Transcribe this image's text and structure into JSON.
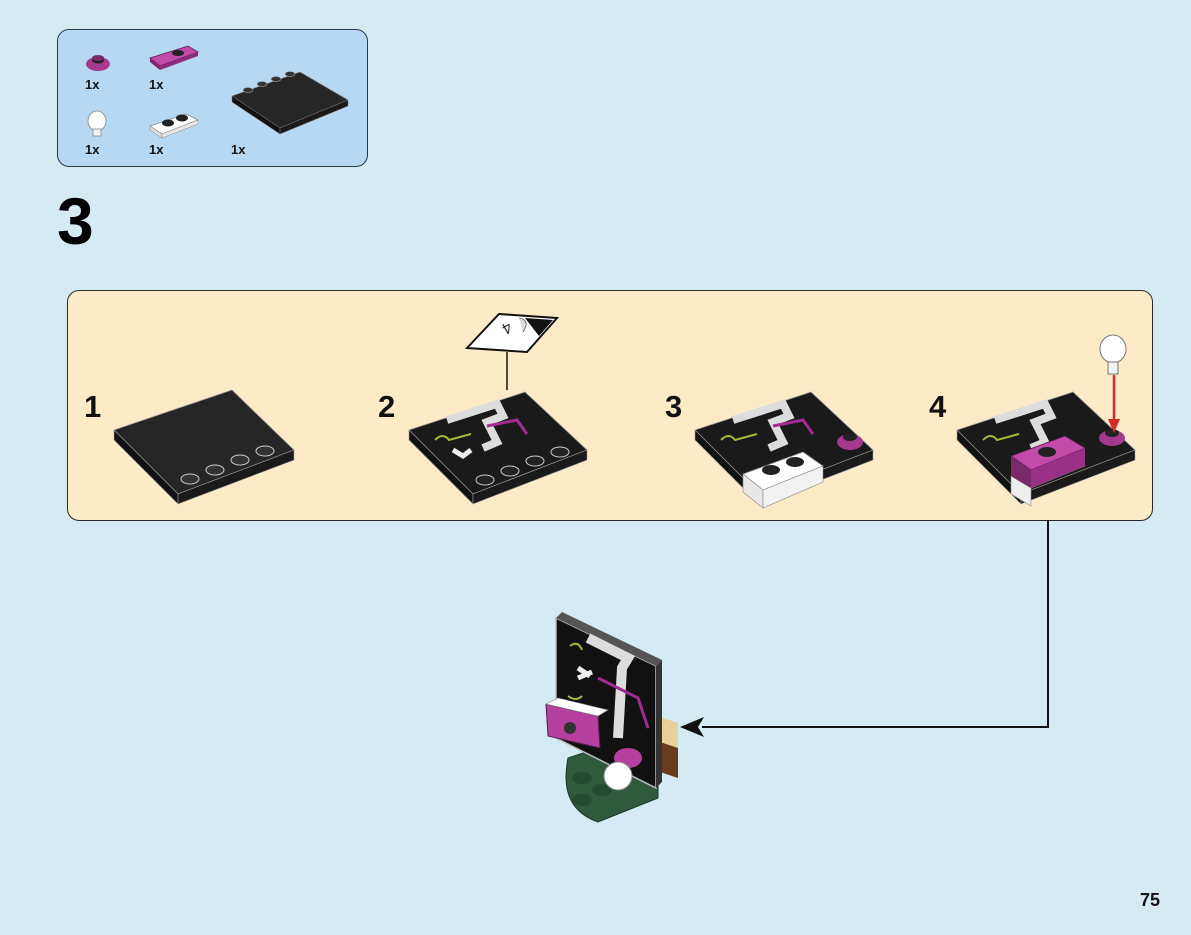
{
  "page": {
    "step_number": "3",
    "page_number": "75"
  },
  "parts_list": {
    "items": [
      {
        "name": "magenta-round-plate-1x1",
        "qty": "1x",
        "color": "#a43a8e"
      },
      {
        "name": "magenta-jumper-plate-1x2",
        "qty": "1x",
        "color": "#a43a8e"
      },
      {
        "name": "white-lamp-piece",
        "qty": "1x",
        "color": "#ffffff"
      },
      {
        "name": "white-plate-1x2",
        "qty": "1x",
        "color": "#ffffff"
      },
      {
        "name": "black-tile-4x4-with-studs",
        "qty": "1x",
        "color": "#2a2a2a"
      }
    ]
  },
  "sub_steps": [
    {
      "label": "1"
    },
    {
      "label": "2",
      "sticker": "4"
    },
    {
      "label": "3"
    },
    {
      "label": "4"
    }
  ],
  "colors": {
    "background": "#d4ebf4",
    "parts_box": "#b6d8f3",
    "sub_panel": "#fdebc8",
    "magenta": "#a43a8e",
    "arrow_red": "#d42a2a",
    "dark_green": "#2f5a3e"
  }
}
